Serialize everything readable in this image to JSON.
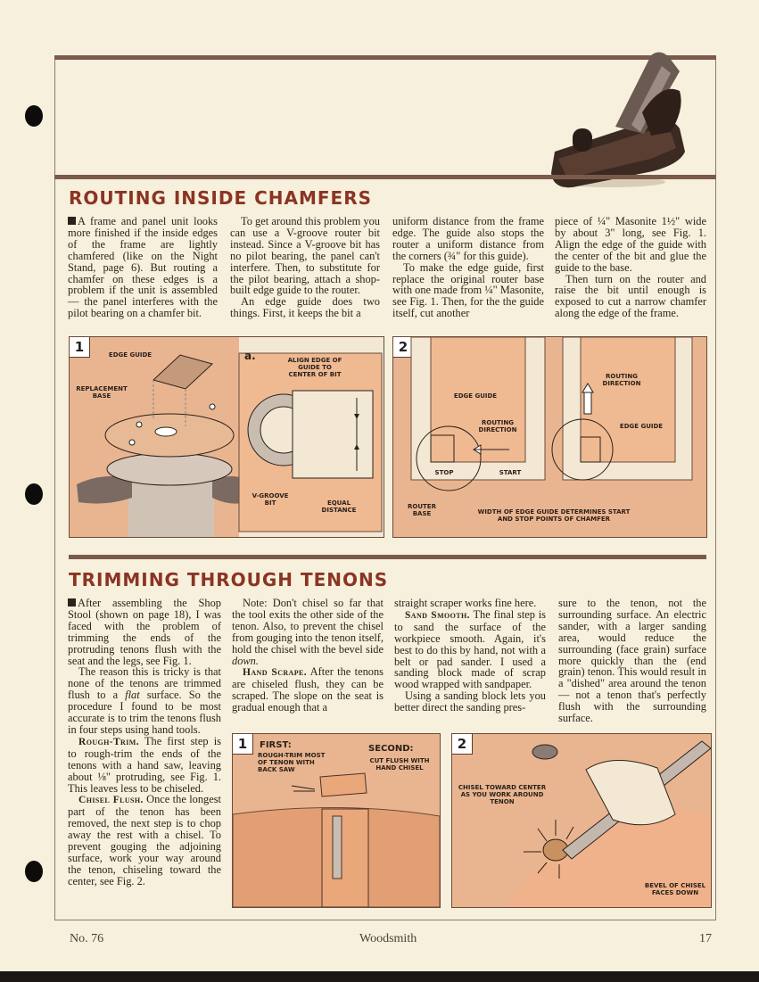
{
  "section1": {
    "heading": "ROUTING INSIDE CHAMFERS",
    "col1": "A frame and panel unit looks more finished if the inside edges of the frame are lightly chamfered (like on the Night Stand, page 6). But routing a chamfer on these edges is a problem if the unit is assembled — the panel interferes with the pilot bearing on a chamfer bit.",
    "col2_p1": "To get around this problem you can use a V-groove router bit instead. Since a V-groove bit has no pilot bearing, the panel can't interfere. Then, to substitute for the pilot bearing, attach a shop-built edge guide to the router.",
    "col2_p2": "An edge guide does two things. First, it keeps the bit a",
    "col3_p1": "uniform distance from the frame edge. The guide also stops the router a uniform distance from the corners (¾\" for this guide).",
    "col3_p2": "To make the edge guide, first replace the original router base with one made from ¼\" Masonite, see Fig. 1. Then, for the the guide itself, cut another",
    "col4_p1": "piece of ¼\" Masonite 1½\" wide by about 3\" long, see Fig. 1. Align the edge of the guide with the center of the bit and glue the guide to the base.",
    "col4_p2": "Then turn on the router and raise the bit until enough is exposed to cut a narrow chamfer along the edge of the frame."
  },
  "fig1": {
    "num": "1",
    "edge_guide": "EDGE GUIDE",
    "replacement_base": "REPLACEMENT BASE",
    "inset_letter": "a.",
    "align_edge": "ALIGN EDGE OF GUIDE TO CENTER OF BIT",
    "v_groove_bit": "V-GROOVE BIT",
    "equal_distance": "EQUAL DISTANCE"
  },
  "fig2": {
    "num": "2",
    "edge_guide_left": "EDGE GUIDE",
    "routing_direction_left": "ROUTING DIRECTION",
    "stop": "STOP",
    "start": "START",
    "router_base": "ROUTER BASE",
    "width_note": "WIDTH OF EDGE GUIDE DETERMINES START AND STOP POINTS OF CHAMFER",
    "routing_direction_right": "ROUTING DIRECTION",
    "edge_guide_right": "EDGE GUIDE"
  },
  "section2": {
    "heading": "TRIMMING THROUGH TENONS",
    "col1_p1": "After assembling the Shop Stool (shown on page 18), I was faced with the problem of trimming the ends of the protruding tenons flush with the seat and the legs, see Fig. 1.",
    "col1_p2_a": "The reason this is tricky is that none of the tenons are trimmed flush to a ",
    "col1_p2_em": "flat",
    "col1_p2_b": " surface. So the procedure I found to be most accurate is to trim the tenons flush in four steps using hand tools.",
    "col1_p3_run": "Rough-Trim.",
    "col1_p3": " The first step is to rough-trim the ends of the tenons with a hand saw, leaving about ⅛\" protruding, see Fig. 1. This leaves less to be chiseled.",
    "col1_p4_run": "Chisel Flush.",
    "col1_p4": " Once the longest part of the tenon has been removed, the next step is to chop away the rest with a chisel. To prevent gouging the adjoining surface, work your way around the tenon, chiseling toward the center, see Fig. 2.",
    "col2_p1": "Note: Don't chisel so far that the tool exits the other side of the tenon. Also, to prevent the chisel from gouging into the tenon itself, hold the chisel with the bevel side ",
    "col2_p1_em": "down.",
    "col2_p2_run": "Hand Scrape.",
    "col2_p2": " After the tenons are chiseled flush, they can be scraped. The slope on the seat is gradual enough that a",
    "col3_p1": "straight scraper works fine here.",
    "col3_p2_run": "Sand Smooth.",
    "col3_p2": " The final step is to sand the surface of the workpiece smooth. Again, it's best to do this by hand, not with a belt or pad sander. I used a sanding block made of scrap wood wrapped with sandpaper.",
    "col3_p3": "Using a sanding block lets you better direct the sanding pres-",
    "col4_p1": "sure to the tenon, not the surrounding surface. An electric sander, with a larger sanding area, would reduce the surrounding (face grain) surface more quickly than the (end grain) tenon. This would result in a \"dished\" area around the tenon — not a tenon that's perfectly flush with the surrounding surface."
  },
  "fig3": {
    "num": "1",
    "first_title": "FIRST:",
    "first_text": "ROUGH-TRIM MOST OF TENON WITH BACK SAW",
    "second_title": "SECOND:",
    "second_text": "CUT FLUSH WITH HAND CHISEL"
  },
  "fig4": {
    "num": "2",
    "chisel_toward": "CHISEL TOWARD CENTER AS YOU WORK AROUND TENON",
    "bevel": "BEVEL OF CHISEL FACES DOWN"
  },
  "footer": {
    "issue": "No. 76",
    "magazine": "Woodsmith",
    "page": "17"
  },
  "colors": {
    "heading": "#8b3424",
    "rule": "#7b5a4a",
    "figure_bg": "#e9b590",
    "paper": "#f6f0dc"
  }
}
